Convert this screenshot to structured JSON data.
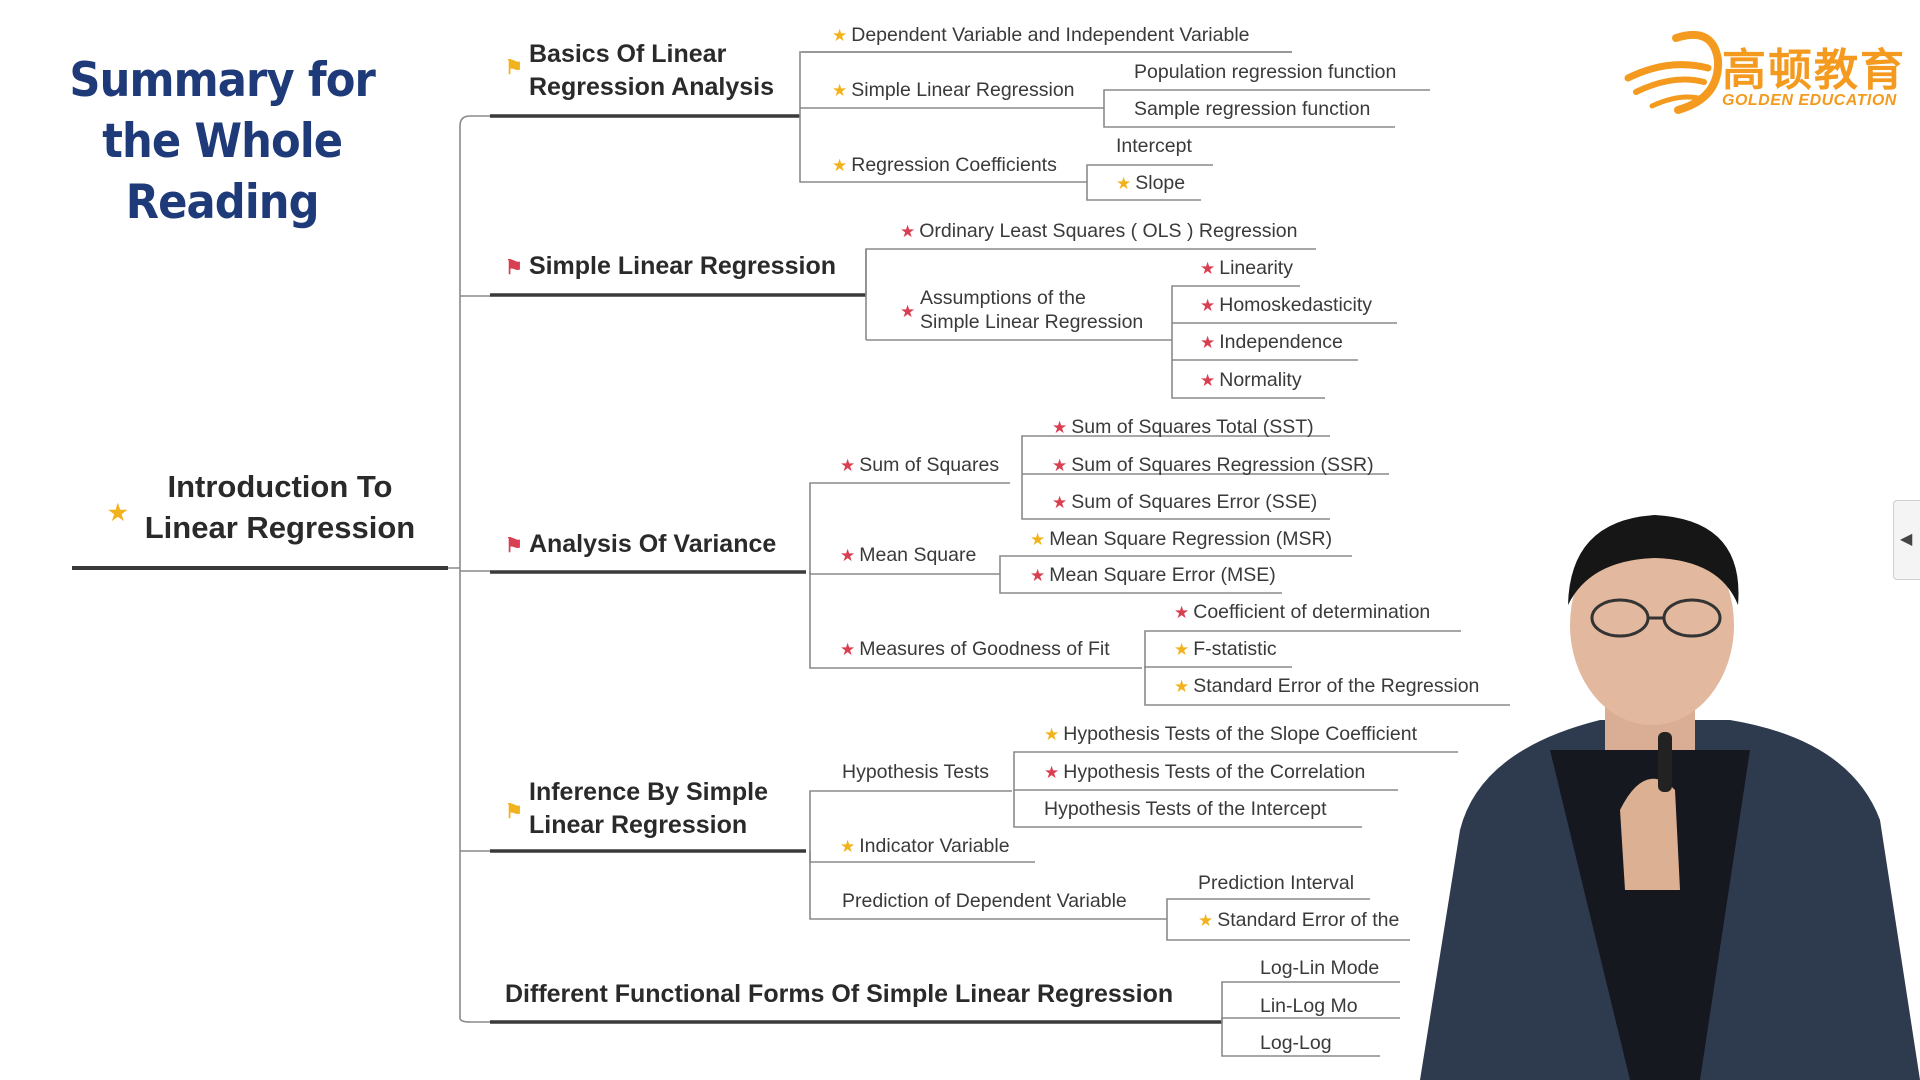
{
  "slide": {
    "title": "Summary for the Whole Reading",
    "logo": {
      "chinese": "高顿教育",
      "english": "GOLDEN EDUCATION"
    },
    "root": "Introduction To Linear Regression",
    "branches": {
      "basics": {
        "label": "Basics Of Linear Regression Analysis",
        "dep_indep": "Dependent Variable and Independent Variable",
        "slr": "Simple Linear Regression",
        "pop_fn": "Population regression function",
        "sample_fn": "Sample regression function",
        "coeffs": "Regression Coefficients",
        "intercept": "Intercept",
        "slope": "Slope"
      },
      "slr": {
        "label": "Simple Linear Regression",
        "ols": "Ordinary Least Squares ( OLS ) Regression",
        "assumptions_1": "Assumptions of the",
        "assumptions_2": "Simple Linear Regression",
        "linearity": "Linearity",
        "homo": "Homoskedasticity",
        "independence": "Independence",
        "normality": "Normality"
      },
      "anova": {
        "label": "Analysis Of Variance",
        "sum_sq": "Sum of Squares",
        "sst": "Sum of Squares Total (SST)",
        "ssr": "Sum of Squares Regression (SSR)",
        "sse": "Sum of Squares Error (SSE)",
        "mean_sq": "Mean Square",
        "msr": "Mean Square Regression (MSR)",
        "mse": "Mean Square Error (MSE)",
        "goodness": "Measures of Goodness of Fit",
        "coef_det": "Coefficient of determination",
        "fstat": "F-statistic",
        "see": "Standard Error of the Regression"
      },
      "inference": {
        "label_1": "Inference By Simple",
        "label_2": "Linear Regression",
        "hyp_tests": "Hypothesis Tests",
        "hyp_slope": "Hypothesis Tests of the Slope Coefficient",
        "hyp_corr": "Hypothesis Tests of the Correlation",
        "hyp_intercept": "Hypothesis Tests of the Intercept",
        "indicator": "Indicator Variable",
        "prediction": "Prediction of Dependent Variable",
        "pred_interval": "Prediction Interval",
        "std_err_partial": "Standard Error of the"
      },
      "forms": {
        "label": "Different Functional Forms Of Simple Linear Regression",
        "log_lin": "Log-Lin Mode",
        "lin_log": "Lin-Log Mo",
        "log_log": "Log-Log"
      }
    }
  },
  "colors": {
    "title": "#1e3a78",
    "star_orange": "#f2b21c",
    "star_red": "#d84052",
    "logo": "#f39a1f",
    "line": "#7a7a7a"
  },
  "icons": {
    "star": "star-icon",
    "flag": "flag-icon",
    "collapse": "chevron-left-icon"
  }
}
